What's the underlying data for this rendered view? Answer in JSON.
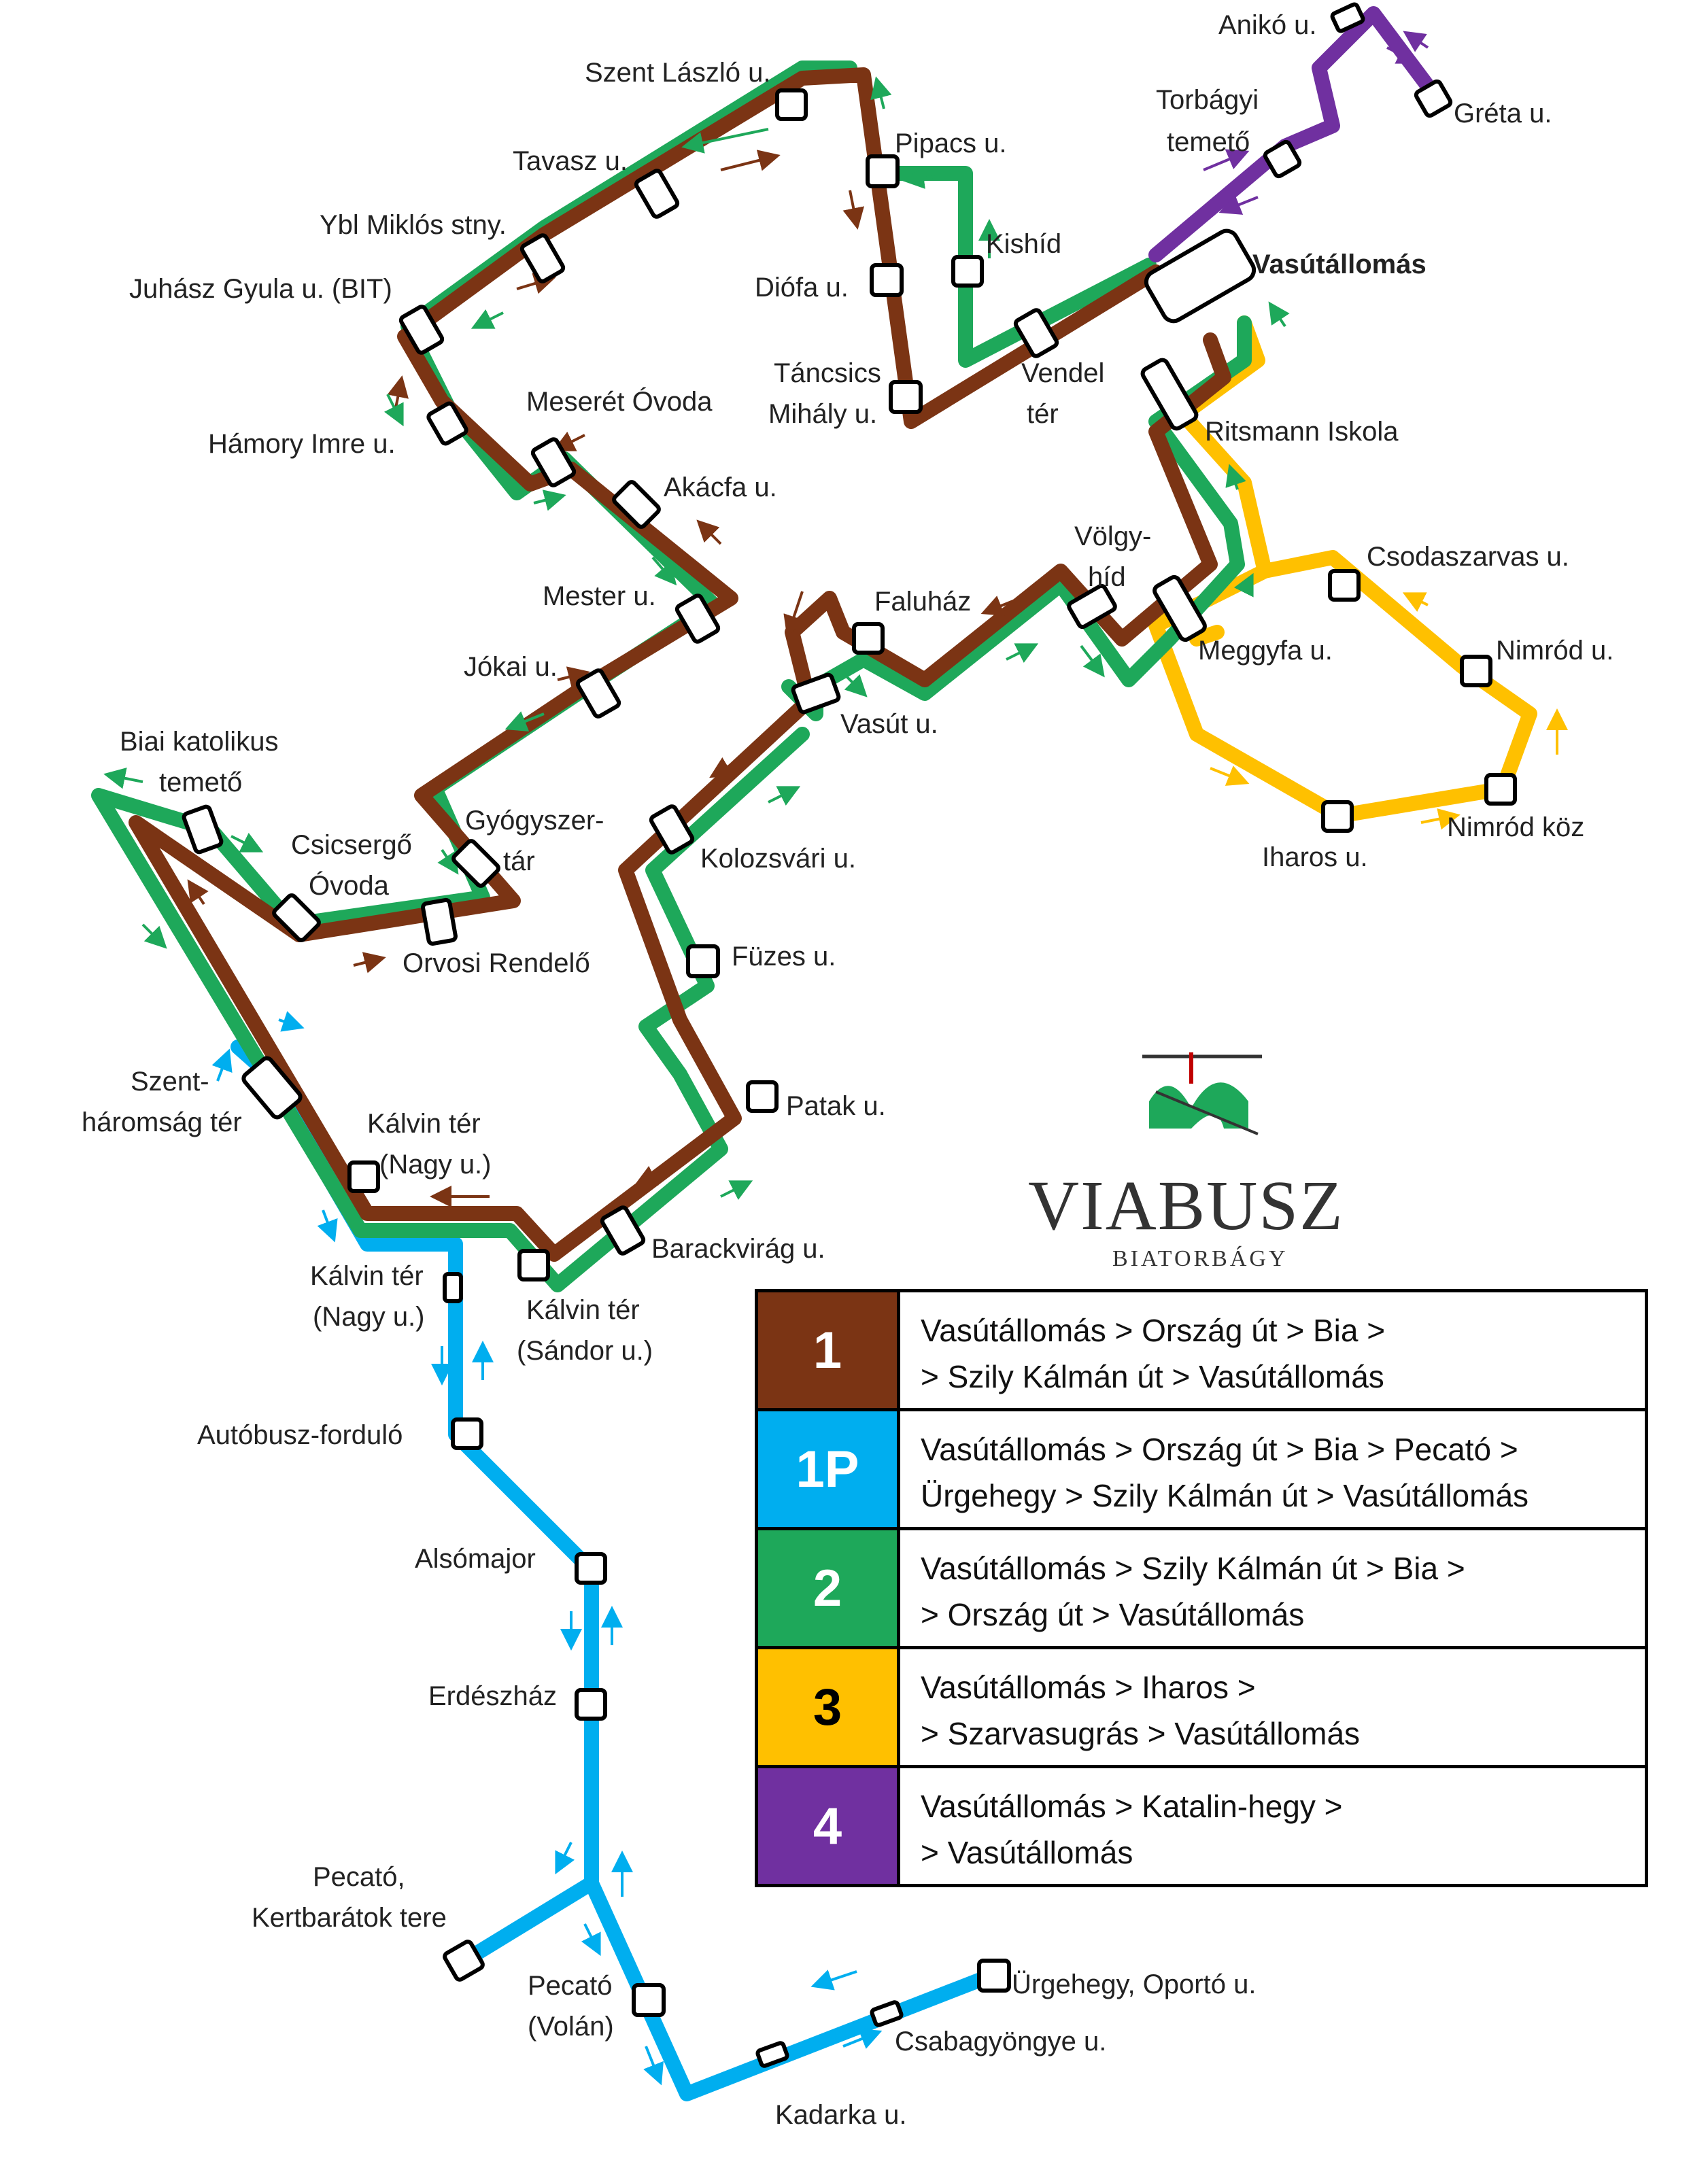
{
  "colors": {
    "route_1": "#7B3414",
    "route_1p": "#00AEEF",
    "route_2": "#1EA85A",
    "route_3": "#FFC000",
    "route_4": "#7030A0",
    "stop_fill": "#FFFFFF",
    "stop_stroke": "#000000"
  },
  "brand": {
    "name": "ViaBusz",
    "name_display": "VIABUSZ",
    "city": "BIATORBÁGY",
    "logo_icon": "bridge-logo-icon"
  },
  "stops": {
    "aniko": "Anikó u.",
    "greta": "Gréta u.",
    "torbagyi_1": "Torbágyi",
    "torbagyi_2": "temető",
    "vasutallomas": "Vasútállomás",
    "kishid": "Kishíd",
    "pipacs": "Pipacs u.",
    "szent_laszlo": "Szent László u.",
    "tavasz": "Tavasz u.",
    "ybl": "Ybl Miklós stny.",
    "juhasz": "Juhász Gyula u. (BIT)",
    "diofa": "Diófa u.",
    "tancsics_1": "Táncsics",
    "tancsics_2": "Mihály u.",
    "vendel_1": "Vendel",
    "vendel_2": "tér",
    "ritsmann": "Ritsmann Iskola",
    "hamory": "Hámory Imre u.",
    "meseret": "Meserét Óvoda",
    "akacfa": "Akácfa u.",
    "mester": "Mester u.",
    "volgyhid_1": "Völgy-",
    "volgyhid_2": "híd",
    "faluhaz": "Faluház",
    "csodaszarvas": "Csodaszarvas u.",
    "meggyfa": "Meggyfa u.",
    "nimrod": "Nimród u.",
    "jokai": "Jókai u.",
    "vasut": "Vasút u.",
    "biai_1": "Biai katolikus",
    "biai_2": "temető",
    "csicserg_1": "Csicsergő",
    "csicserg_2": "Óvoda",
    "gyogy_1": "Gyógyszer-",
    "gyogy_2": "tár",
    "kolozsvari": "Kolozsvári u.",
    "nimrod_koz": "Nimród köz",
    "iharos": "Iharos u.",
    "orvosi": "Orvosi Rendelő",
    "fuzes": "Füzes u.",
    "szenth_1": "Szent-",
    "szenth_2": "háromság tér",
    "kalvin_nagy_1": "Kálvin tér",
    "kalvin_nagy_2": "(Nagy u.)",
    "patak": "Patak u.",
    "barack": "Barackvirág u.",
    "kalvin_b_1": "Kálvin tér",
    "kalvin_b_2": "(Nagy u.)",
    "kalvin_s_1": "Kálvin tér",
    "kalvin_s_2": "(Sándor u.)",
    "autobusz": "Autóbusz-forduló",
    "alsomajor": "Alsómajor",
    "erdeszhaz": "Erdészház",
    "pecato_kert_1": "Pecató,",
    "pecato_kert_2": "Kertbarátok tere",
    "pecato_volan_1": "Pecató",
    "pecato_volan_2": "(Volán)",
    "urgehegy": "Ürgehegy, Oportó u.",
    "csabagyongye": "Csabagyöngye u.",
    "kadarka": "Kadarka u."
  },
  "legend": [
    {
      "number": "1",
      "color": "#7B3414",
      "line1": "Vasútállomás > Ország út > Bia >",
      "line2": "> Szily Kálmán út > Vasútállomás"
    },
    {
      "number": "1P",
      "color": "#00AEEF",
      "line1": "Vasútállomás > Ország út > Bia > Pecató >",
      "line2": "Ürgehegy > Szily Kálmán út > Vasútállomás"
    },
    {
      "number": "2",
      "color": "#1EA85A",
      "line1": "Vasútállomás > Szily Kálmán út > Bia >",
      "line2": "> Ország út > Vasútállomás"
    },
    {
      "number": "3",
      "color": "#FFC000",
      "line1": "Vasútállomás > Iharos >",
      "line2": "> Szarvasugrás > Vasútállomás"
    },
    {
      "number": "4",
      "color": "#7030A0",
      "line1": "Vasútállomás > Katalin-hegy >",
      "line2": "> Vasútállomás"
    }
  ]
}
